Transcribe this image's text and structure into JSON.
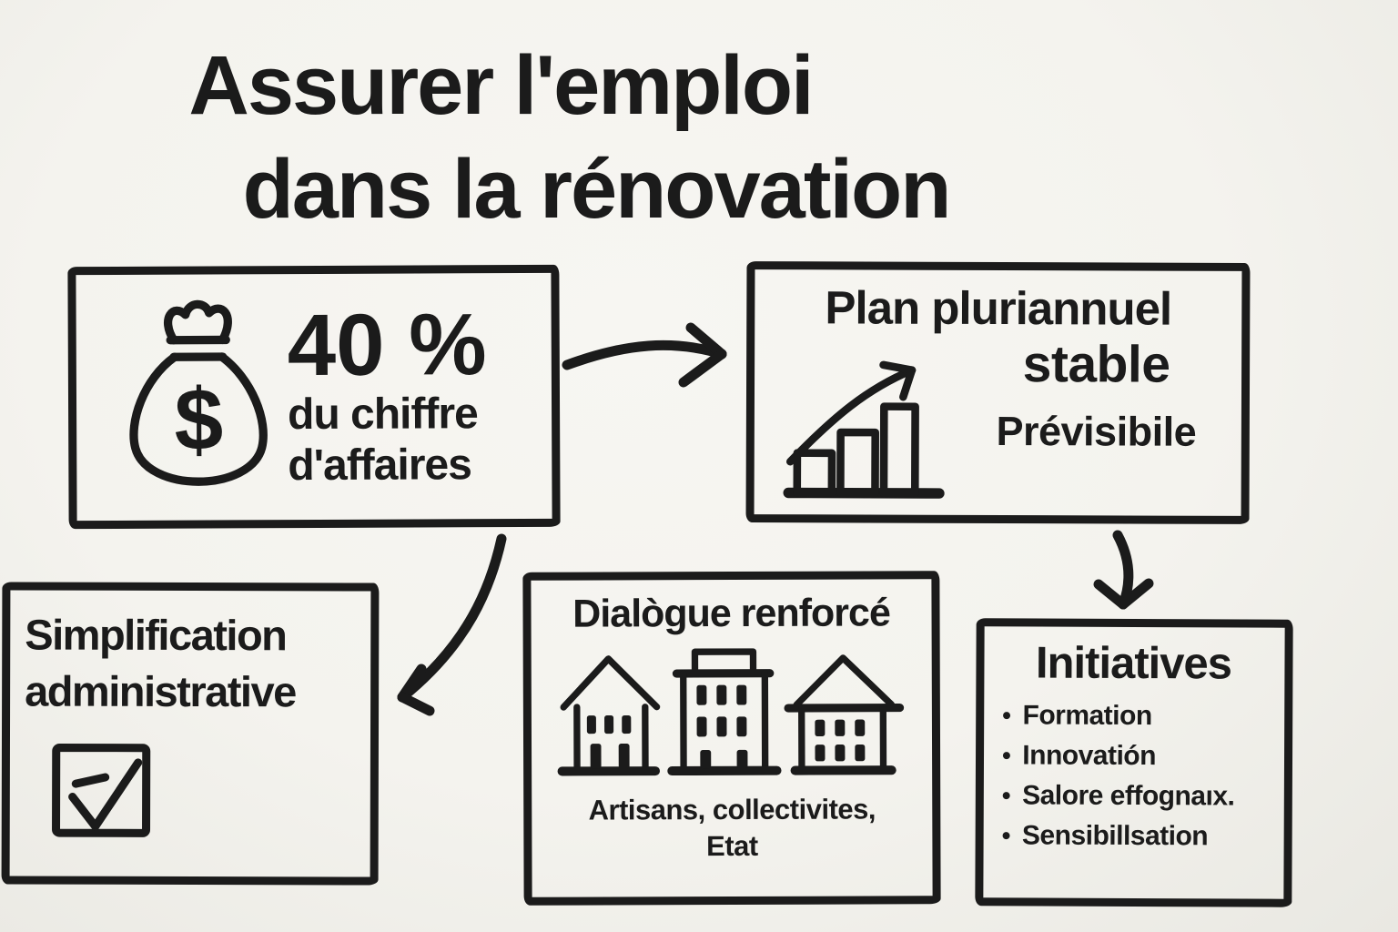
{
  "colors": {
    "paper": "#f4f3ee",
    "ink": "#1b1b1b"
  },
  "title": {
    "line1": "Assurer l'emploi",
    "line2": "dans la rénovation"
  },
  "boxes": {
    "revenue": {
      "icon": "money-bag-dollar-icon",
      "dollar_sign": "$",
      "stat": "40 %",
      "caption_line1": "du chiffre",
      "caption_line2": "d'affaires"
    },
    "plan": {
      "icon": "growth-bar-chart-icon",
      "title_line1": "Plan pluriannuel",
      "title_line2": "stable",
      "subtitle": "Prévisibile"
    },
    "simplification": {
      "icon": "checked-checkbox-icon",
      "line1": "Simplification",
      "line2": "administrative"
    },
    "dialogue": {
      "icon": "buildings-icon",
      "title": "Dialògue renforcé",
      "caption_line1": "Artisans, collectivites,",
      "caption_line2": "Etat"
    },
    "initiatives": {
      "title": "Initiatives",
      "bullet_glyph": "•",
      "bullets": [
        "Formation",
        "Innovatión",
        "Salore effognaıx.",
        "Sensibillsation"
      ]
    }
  }
}
